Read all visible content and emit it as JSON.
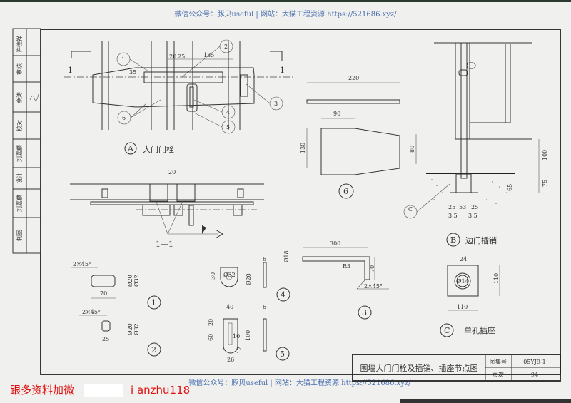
{
  "watermark": {
    "top": "微信公众号：豚贝useful | 网站：大猫工程资源 https://521686.xyz/",
    "bottom": "微信公众号：豚贝useful | 网站：大猫工程资源 https://521686.xyz/"
  },
  "promo": {
    "prefix": "跟多资料加微",
    "suffix": "i anzhu118"
  },
  "sidebar": {
    "cells": [
      "许德祥",
      "审核",
      "余涛",
      "校对",
      "刘嘉麟",
      "设计",
      "刘嘉麟",
      "制图"
    ]
  },
  "title_block": {
    "title": "围墙大门门栓及插销、插座节点图",
    "atlas_label": "图集号",
    "atlas_value": "05YJ9-1",
    "page_label": "页次",
    "page_value": "94"
  },
  "detail_a": {
    "marker": "A",
    "title": "大门门栓",
    "section_mark": "1",
    "dims": [
      "20",
      "25",
      "135",
      "35"
    ],
    "callouts": [
      "1",
      "2",
      "3",
      "4",
      "5",
      "6"
    ]
  },
  "section_1_1": {
    "title": "1—1",
    "dims": [
      "20"
    ]
  },
  "detail_b": {
    "marker": "B",
    "title": "边门插销",
    "dims": [
      "100",
      "75",
      "25",
      "53",
      "25",
      "3.5",
      "3.5",
      "65"
    ],
    "callout": "C"
  },
  "detail_c": {
    "marker": "C",
    "title": "单孔插座",
    "dims": [
      "24",
      "110",
      "110",
      "Ø14"
    ]
  },
  "part_1": {
    "num": "1",
    "dims": [
      "2×45°",
      "70",
      "Ø20",
      "Ø32"
    ]
  },
  "part_2": {
    "num": "2",
    "dims": [
      "2×45°",
      "25",
      "Ø20",
      "Ø32"
    ]
  },
  "part_3": {
    "num": "3",
    "dims": [
      "300",
      "R3",
      "70",
      "2×45°",
      "Ø18"
    ]
  },
  "part_4": {
    "num": "4",
    "dims": [
      "30",
      "Ø32",
      "Ø20",
      "6"
    ]
  },
  "part_5": {
    "num": "5",
    "dims": [
      "40",
      "20",
      "60",
      "10",
      "100",
      "12",
      "26",
      "6"
    ]
  },
  "part_6": {
    "num": "6",
    "dims": [
      "220",
      "90",
      "130",
      "80"
    ]
  }
}
